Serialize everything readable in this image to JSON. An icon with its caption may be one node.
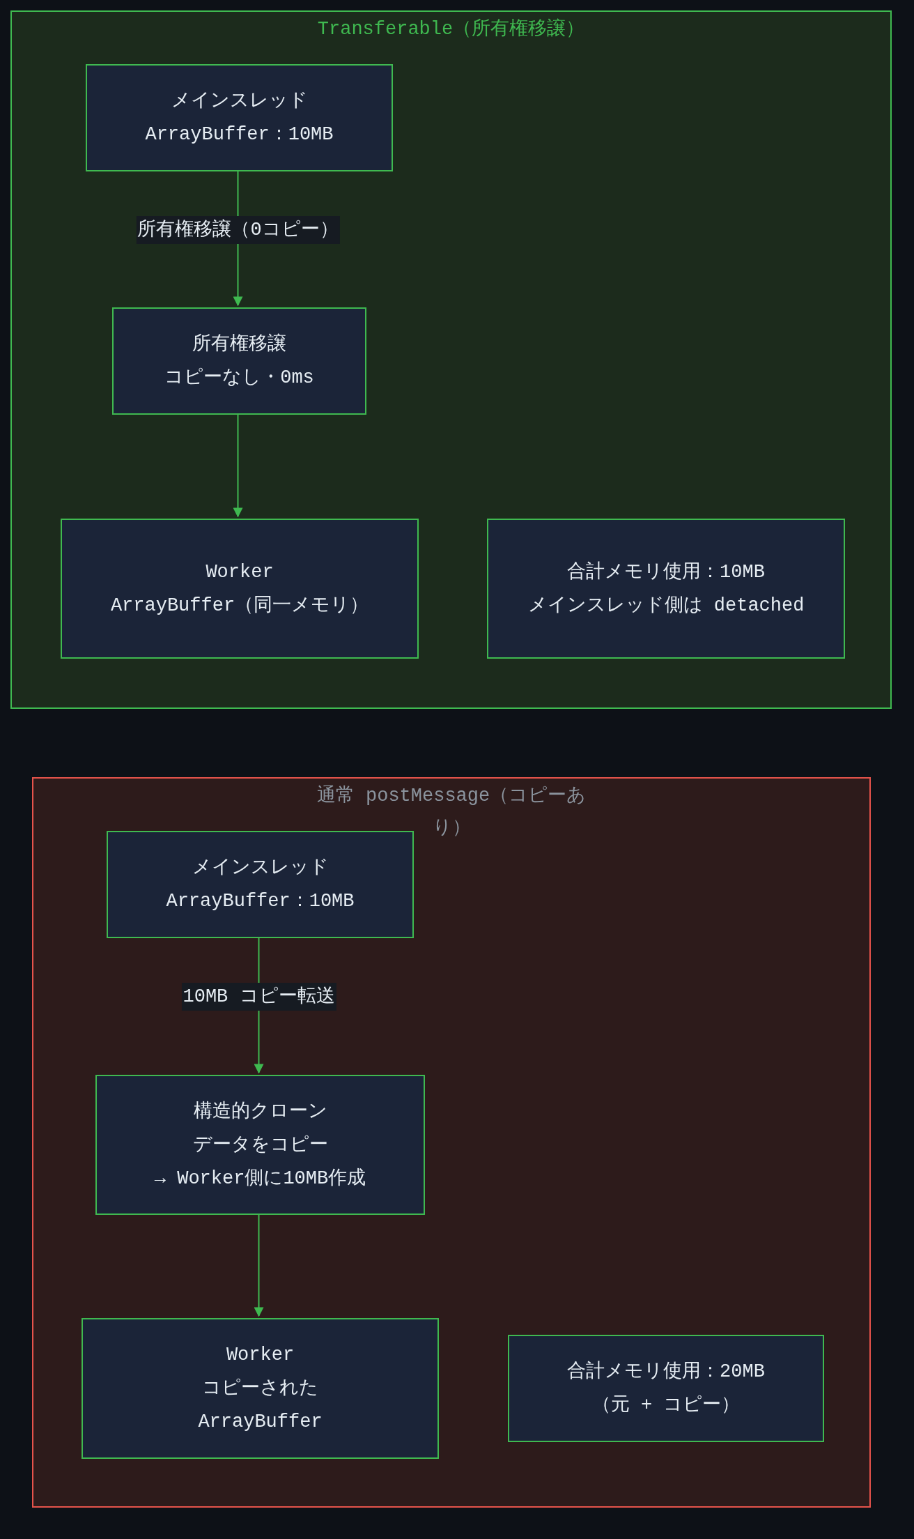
{
  "diagram": {
    "nodes": [
      {
        "text": [
          "Transferable（所有権移譲）"
        ]
      },
      {
        "text": [
          "メインスレッド",
          "ArrayBuffer：10MB"
        ],
        "in": 0
      },
      {
        "text": [
          "所有権移譲",
          "コピーなし・0ms"
        ],
        "in": 0
      },
      {
        "text": [
          "Worker",
          "ArrayBuffer（同一メモリ）"
        ],
        "in": 0
      },
      {
        "text": [
          "合計メモリ使用：10MB",
          "メインスレッド側は detached"
        ],
        "in": 0
      },
      {
        "text": [
          "通常 postMessage（コピーあり）"
        ]
      },
      {
        "text": [
          "メインスレッド",
          "ArrayBuffer：10MB"
        ],
        "in": 5
      },
      {
        "text": [
          "構造的クローン",
          "データをコピー",
          "→ Worker側に10MB作成"
        ],
        "in": 5
      },
      {
        "text": [
          "Worker",
          "コピーされた",
          "ArrayBuffer"
        ],
        "in": 5
      },
      {
        "text": [
          "合計メモリ使用：20MB",
          "（元 + コピー）"
        ],
        "in": 5
      }
    ],
    "edges": [
      {
        "from": 1,
        "to": 2,
        "arrow": "to",
        "label": "所有権移譲（0コピー）"
      },
      {
        "from": 2,
        "to": 3,
        "arrow": "to"
      },
      {
        "from": 6,
        "to": 7,
        "arrow": "to",
        "label": "10MB コピー転送"
      },
      {
        "from": 7,
        "to": 8,
        "arrow": "to"
      }
    ]
  }
}
